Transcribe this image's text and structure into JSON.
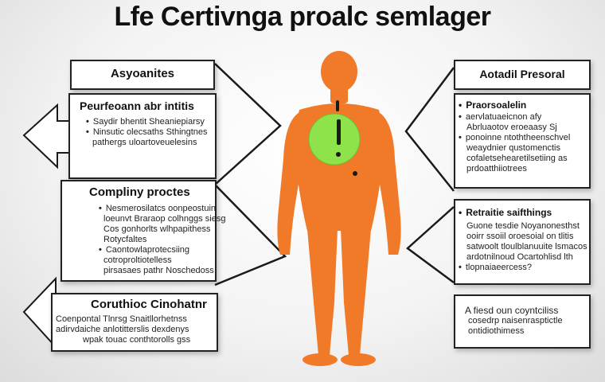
{
  "title": "Lfe Certivnga proalc semlager",
  "left": {
    "box1": {
      "title": "Asyoanites"
    },
    "box2": {
      "title": "Peurfeoann abr intitis",
      "lines": [
        "Saydir bhentit Sheaniepiarsy",
        "Ninsutic olecsaths Sthingtnes",
        "pathergs uloartoveuelesins"
      ]
    },
    "box3": {
      "title": "Compliny proctes",
      "lines": [
        "Nesmerosilatcs oonpeostuin",
        "loeunvt Braraop colhnggs siesg",
        "Cos gonhorlts wlhpapithess",
        "Rotycfaltes",
        "Caontowlaprotecsiing",
        "cotroproltiotelless",
        "pirsasaes pathr Noschedoss"
      ]
    },
    "box4": {
      "title": "Coruthioc Cinohatnr",
      "lines": [
        "Coenpontal Tlnrsg Snaitllorhetnss",
        "adirvdaiche anlotitterslis dexdenys",
        "wpak touac conthtorolls gss"
      ]
    }
  },
  "right": {
    "box1": {
      "title": "Aotadil Presoral"
    },
    "box2": {
      "title": "Praorsoalelin",
      "lines": [
        "aervlatuaeicnon afy",
        "Abrluaotov eroeaasy Sj",
        "ponoinne ntoththeenschvel",
        "weaydnier qustomenctis",
        "cofaletsehearetilsetiing as",
        "prdoatthiiotrees"
      ]
    },
    "box3": {
      "title": "Retraitie saifthings",
      "lines": [
        "Guone tesdie Noyanonesthst",
        "ooirr ssoiil oroesoial on tlitis",
        "satwoolt tloulblanuuite lsmacos",
        "ardotnilnoud Ocartohlisd lth",
        "tlopnaiaeercess?"
      ]
    },
    "box4": {
      "title": "",
      "lines": [
        "A fiesd oun coyntciliss",
        "cosedrp naisenrasptictle",
        "ontidiothimess"
      ]
    }
  },
  "colors": {
    "body": "#f07a28",
    "body_dark": "#e2641a",
    "organ": "#8ee24a",
    "box_border": "#222222",
    "background": "#ececec"
  }
}
